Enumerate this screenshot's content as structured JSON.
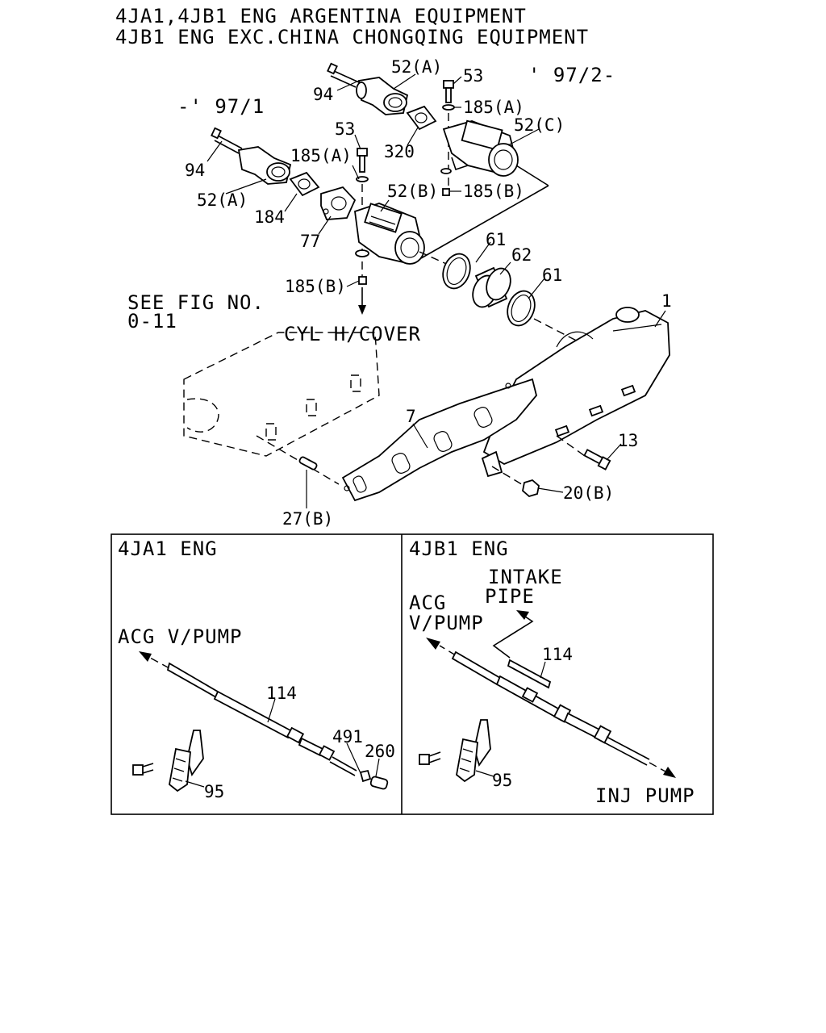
{
  "header": {
    "title_line1": "4JA1,4JB1 ENG ARGENTINA EQUIPMENT",
    "title_line2": "4JB1 ENG EXC.CHINA CHONGQING EQUIPMENT"
  },
  "top_labels": {
    "date_new": "' 97/2-",
    "date_old": "-' 97/1",
    "see_fig_line1": "SEE FIG NO.",
    "see_fig_line2": "0-11",
    "cyl_cover": "CYL H/COVER"
  },
  "callouts": {
    "p94_a": "94",
    "p52a_a": "52(A)",
    "p53_a": "53",
    "p185a_a": "185(A)",
    "p52c": "52(C)",
    "p320": "320",
    "p52b": "52(B)",
    "p185b_a": "185(B)",
    "p94_b": "94",
    "p52a_b": "52(A)",
    "p53_b": "53",
    "p185a_b": "185(A)",
    "p184": "184",
    "p77": "77",
    "p185b_b": "185(B)",
    "p61_a": "61",
    "p62": "62",
    "p61_b": "61",
    "p1": "1",
    "p7": "7",
    "p13": "13",
    "p20b": "20(B)",
    "p27b": "27(B)"
  },
  "panel_left": {
    "title": "4JA1 ENG",
    "acg": "ACG V/PUMP",
    "p114": "114",
    "p491": "491",
    "p260": "260",
    "p95": "95"
  },
  "panel_right": {
    "title": "4JB1 ENG",
    "intake_line1": "INTAKE",
    "intake_line2": "PIPE",
    "acg_line1": "ACG",
    "acg_line2": "V/PUMP",
    "p114": "114",
    "p95": "95",
    "inj": "INJ PUMP"
  }
}
